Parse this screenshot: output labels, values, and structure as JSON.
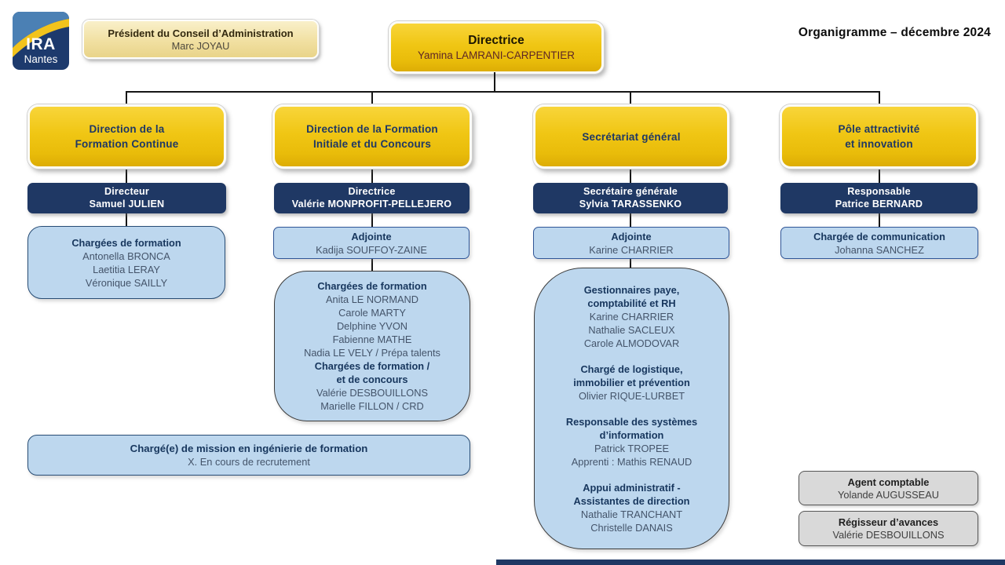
{
  "header": {
    "title": "Organigramme – décembre 2024",
    "logo_line1": "IRA",
    "logo_line2": "Nantes"
  },
  "president": {
    "title": "Président du Conseil d’Administration",
    "name": "Marc JOYAU"
  },
  "directrice": {
    "title": "Directrice",
    "name": "Yamina LAMRANI-CARPENTIER"
  },
  "branch1": {
    "dept1": "Direction de la",
    "dept2": "Formation Continue",
    "head_title": "Directeur",
    "head_name": "Samuel JULIEN",
    "team_title": "Chargées de formation",
    "team_names": [
      "Antonella BRONCA",
      "Laetitia LERAY",
      "Véronique SAILLY"
    ]
  },
  "branch2": {
    "dept1": "Direction de la Formation",
    "dept2": "Initiale et du Concours",
    "head_title": "Directrice",
    "head_name": "Valérie MONPROFIT-PELLEJERO",
    "deputy_title": "Adjointe",
    "deputy_name": "Kadija SOUFFOY-ZAINE",
    "team": {
      "s1_title": "Chargées de formation",
      "s1_names": [
        "Anita LE NORMAND",
        "Carole MARTY",
        "Delphine YVON",
        "Fabienne MATHE",
        "Nadia LE VELY / Prépa talents"
      ],
      "s2_title1": "Chargées de formation /",
      "s2_title2": "et de concours",
      "s2_names": [
        "Valérie DESBOUILLONS",
        "Marielle FILLON / CRD"
      ]
    }
  },
  "branch3": {
    "dept": "Secrétariat général",
    "head_title": "Secrétaire générale",
    "head_name": "Sylvia TARASSENKO",
    "deputy_title": "Adjointe",
    "deputy_name": "Karine CHARRIER",
    "team": {
      "s1_title1": "Gestionnaires paye,",
      "s1_title2": "comptabilité et RH",
      "s1_names": [
        "Karine CHARRIER",
        "Nathalie SACLEUX",
        "Carole ALMODOVAR"
      ],
      "s2_title1": "Chargé de logistique,",
      "s2_title2": "immobilier et prévention",
      "s2_names": [
        "Olivier RIQUE-LURBET"
      ],
      "s3_title1": "Responsable des systèmes",
      "s3_title2": "d’information",
      "s3_names": [
        "Patrick TROPEE",
        "Apprenti : Mathis RENAUD"
      ],
      "s4_title1": "Appui administratif -",
      "s4_title2": "Assistantes de direction",
      "s4_names": [
        "Nathalie TRANCHANT",
        "Christelle DANAIS"
      ]
    }
  },
  "branch4": {
    "dept1": "Pôle attractivité",
    "dept2": "et innovation",
    "head_title": "Responsable",
    "head_name": "Patrice BERNARD",
    "team_title": "Chargée de communication",
    "team_name": "Johanna SANCHEZ"
  },
  "mission": {
    "title": "Chargé(e) de mission en ingénierie de formation",
    "name": "X. En cours de recrutement"
  },
  "finance": [
    {
      "title": "Agent comptable",
      "name": "Yolande AUGUSSEAU"
    },
    {
      "title": "Régisseur d’avances",
      "name": "Valérie DESBOUILLONS"
    }
  ],
  "colors": {
    "gold": "#efc50e",
    "pale_gold": "#f0dfa0",
    "navy": "#1f3864",
    "light_blue": "#bdd7ee",
    "gray_box": "#d9d9d9",
    "name_maroon": "#5e2626",
    "line": "#161616"
  }
}
